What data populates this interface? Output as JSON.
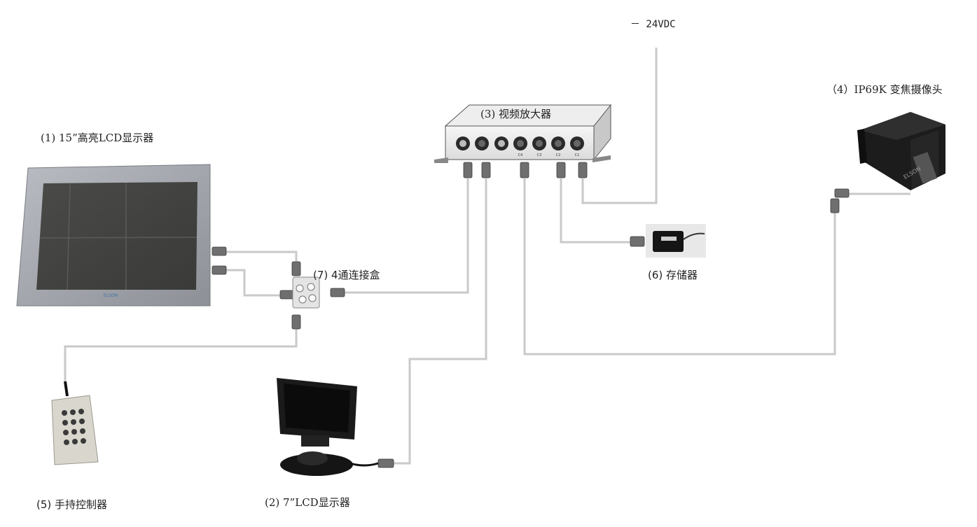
{
  "labels": {
    "power": "－ 24VDC",
    "camera": "（4）IP69K 变焦摄像头",
    "amplifier": "(3) 视频放大器",
    "lcd15": "(1) 15”高亮LCD显示器",
    "junction": "(7) 4通连接盒",
    "storage": "(6) 存储器",
    "handheld": "(5) 手持控制器",
    "lcd7": "(2) 7”LCD显示器"
  },
  "amplifier_ports": [
    "C4",
    "C3",
    "C2",
    "C1"
  ],
  "logos": {
    "monitor": "ELSON",
    "camera": "ELSON"
  }
}
